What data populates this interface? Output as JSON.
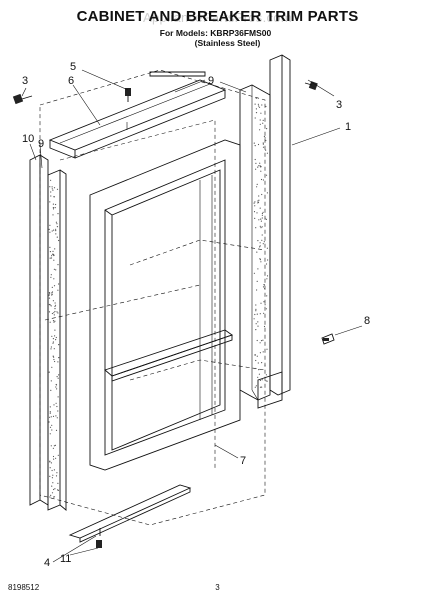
{
  "header": {
    "title": "CABINET AND BREAKER TRIM PARTS",
    "watermark": "AppliancePartsPros.com",
    "models_line": "For Models: KBRP36FMS00",
    "finish_line": "(Stainless Steel)"
  },
  "callouts": {
    "c1": "1",
    "c3a": "3",
    "c3b": "3",
    "c4": "4",
    "c5": "5",
    "c6": "6",
    "c7": "7",
    "c8": "8",
    "c9a": "9",
    "c9b": "9",
    "c10": "10",
    "c11": "11"
  },
  "footer": {
    "doc_number": "8198512",
    "page_number": "3"
  }
}
